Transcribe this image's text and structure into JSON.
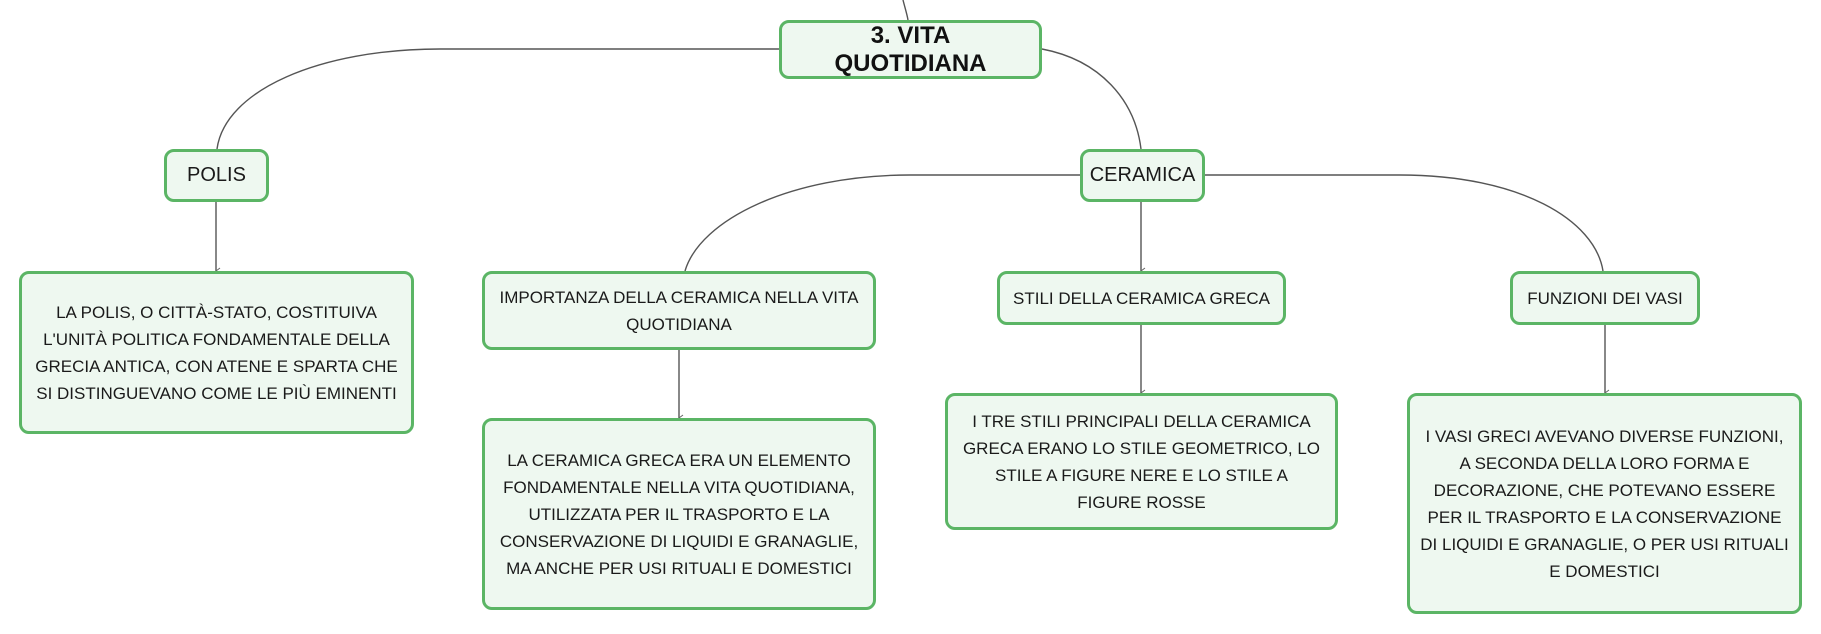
{
  "colors": {
    "border": "#5bb565",
    "fill": "#eef8f0",
    "line": "#555555"
  },
  "nodes": {
    "root": "3. VITA QUOTIDIANA",
    "polis": "POLIS",
    "ceramica": "CERAMICA",
    "polis_desc": "LA POLIS, O CITTÀ-STATO, COSTITUIVA L'UNITÀ POLITICA FONDAMENTALE DELLA GRECIA ANTICA, CON ATENE E SPARTA CHE SI DISTINGUEVANO COME LE PIÙ EMINENTI",
    "importanza": "IMPORTANZA DELLA CERAMICA NELLA VITA QUOTIDIANA",
    "importanza_desc": "LA CERAMICA GRECA ERA UN ELEMENTO FONDAMENTALE NELLA VITA QUOTIDIANA, UTILIZZATA PER IL TRASPORTO E LA CONSERVAZIONE DI LIQUIDI E GRANAGLIE, MA ANCHE PER USI RITUALI E DOMESTICI",
    "stili": "STILI DELLA CERAMICA GRECA",
    "stili_desc": "I TRE STILI PRINCIPALI DELLA CERAMICA GRECA ERANO LO STILE GEOMETRICO, LO STILE A FIGURE NERE E LO STILE A FIGURE ROSSE",
    "funzioni": "FUNZIONI DEI VASI",
    "funzioni_desc": "I VASI GRECI AVEVANO DIVERSE FUNZIONI, A SECONDA DELLA LORO FORMA E DECORAZIONE, CHE POTEVANO ESSERE PER IL TRASPORTO E LA CONSERVAZIONE DI LIQUIDI E GRANAGLIE, O PER USI RITUALI E DOMESTICI"
  }
}
